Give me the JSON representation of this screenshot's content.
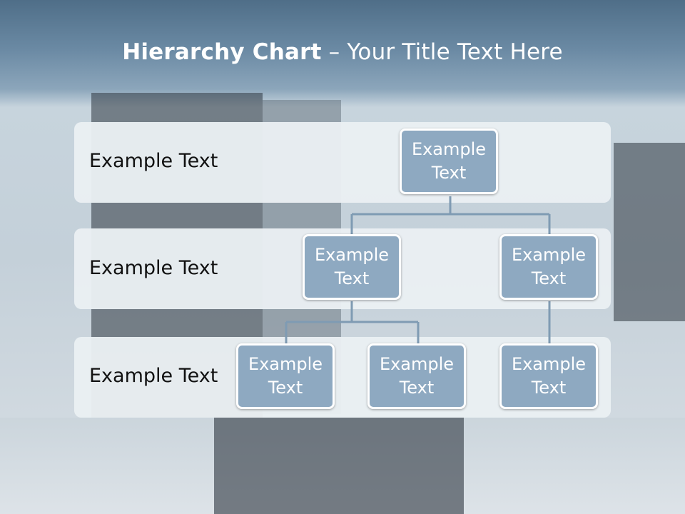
{
  "title": {
    "bold": "Hierarchy Chart",
    "rest": " – Your Title Text Here"
  },
  "levels": [
    {
      "label": "Example Text"
    },
    {
      "label": "Example Text"
    },
    {
      "label": "Example Text"
    }
  ],
  "nodes": [
    {
      "id": "root",
      "text": "Example Text"
    },
    {
      "id": "l2-left",
      "text": "Example Text"
    },
    {
      "id": "l2-right",
      "text": "Example Text"
    },
    {
      "id": "l3-a",
      "text": "Example Text"
    },
    {
      "id": "l3-b",
      "text": "Example Text"
    },
    {
      "id": "l3-c",
      "text": "Example Text"
    }
  ],
  "edges": [
    [
      "root",
      "l2-left"
    ],
    [
      "root",
      "l2-right"
    ],
    [
      "l2-left",
      "l3-a"
    ],
    [
      "l2-left",
      "l3-b"
    ],
    [
      "l2-right",
      "l3-c"
    ]
  ],
  "colors": {
    "node_fill": "#8ea9c1",
    "node_border": "#ffffff",
    "connector": "#7f9bb3",
    "band": "#eaeff3",
    "title_band": "#5a7a95"
  }
}
